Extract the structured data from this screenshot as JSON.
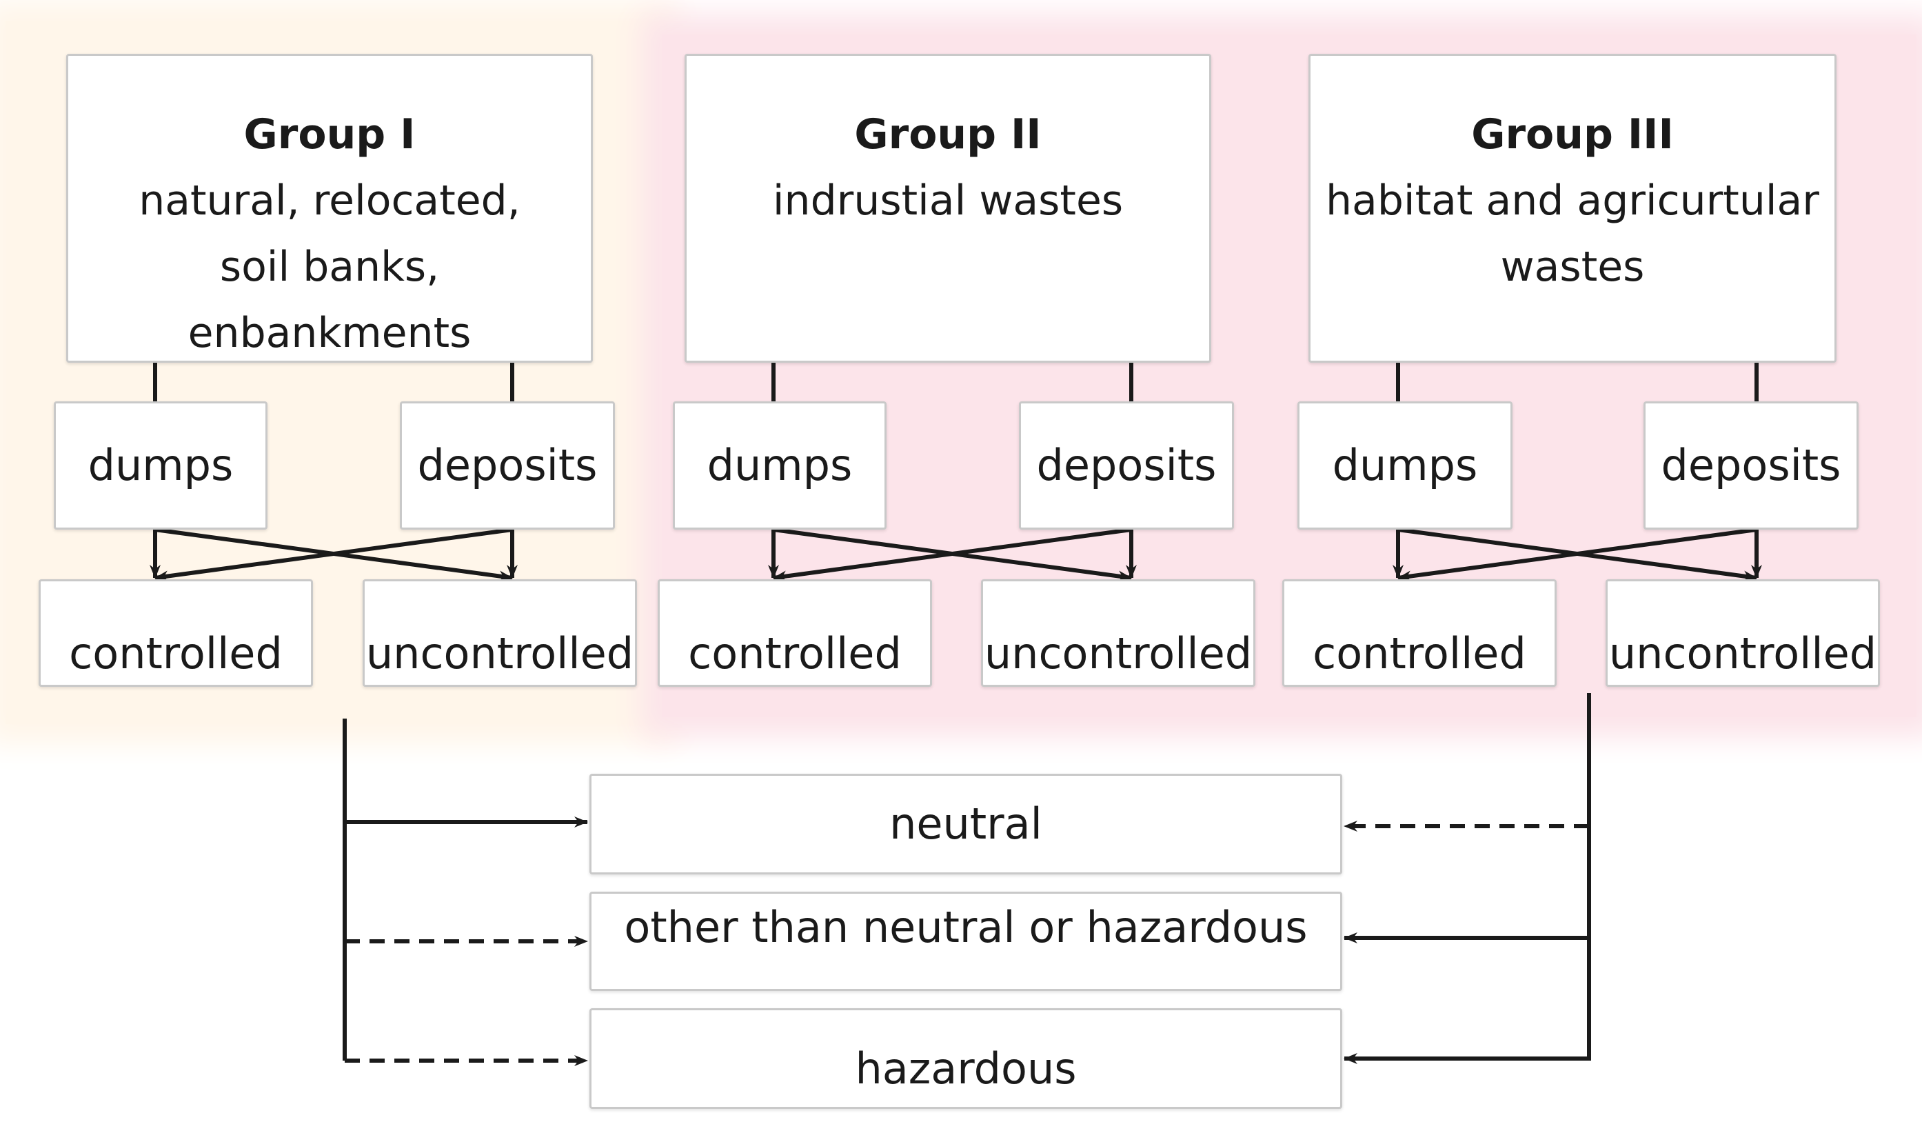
{
  "groups": [
    {
      "title": "Group I",
      "description_lines": [
        "natural, relocated,",
        "soil banks,",
        "enbankments"
      ],
      "sources": [
        "dumps",
        "deposits"
      ],
      "types": [
        "controlled",
        "uncontrolled"
      ]
    },
    {
      "title": "Group II",
      "description_lines": [
        "indrustial wastes"
      ],
      "sources": [
        "dumps",
        "deposits"
      ],
      "types": [
        "controlled",
        "uncontrolled"
      ]
    },
    {
      "title": "Group III",
      "description_lines": [
        "habitat and agricurtular",
        "wastes"
      ],
      "sources": [
        "dumps",
        "deposits"
      ],
      "types": [
        "controlled",
        "uncontrolled"
      ]
    }
  ],
  "outcomes": [
    "neutral",
    "other than neutral or hazardous",
    "hazardous"
  ],
  "colors": {
    "group_1_background": "#fff6ea",
    "group_2_3_background": "#fce4ea",
    "box_border": "#c9c9c9",
    "line": "#1a1a1a"
  },
  "links": {
    "group_1_to_outcomes": [
      "solid",
      "dashed",
      "dashed"
    ],
    "group_3_to_outcomes": [
      "dashed",
      "solid",
      "solid"
    ]
  }
}
